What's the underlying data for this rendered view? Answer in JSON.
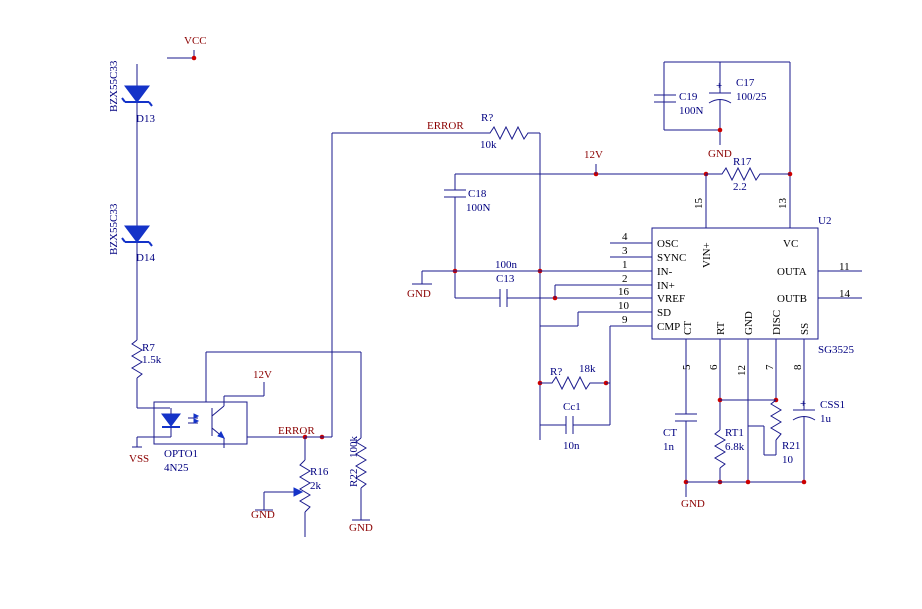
{
  "nets": {
    "vcc": "VCC",
    "v12": "12V",
    "error": "ERROR",
    "gnd": "GND",
    "vss": "VSS"
  },
  "components": {
    "d13": {
      "ref": "D13",
      "part": "BZX55C33"
    },
    "d14": {
      "ref": "D14",
      "part": "BZX55C33"
    },
    "r7": {
      "ref": "R7",
      "value": "1.5k"
    },
    "opto": {
      "ref": "OPTO1",
      "part": "4N25"
    },
    "r16": {
      "ref": "R16",
      "value": "2k"
    },
    "r22": {
      "ref": "R22",
      "value": "100k"
    },
    "r_err": {
      "ref": "R?",
      "value": "10k"
    },
    "c18": {
      "ref": "C18",
      "value": "100N"
    },
    "c13": {
      "ref": "C13",
      "value": "100n"
    },
    "r_fb": {
      "ref": "R?",
      "value": "18k"
    },
    "cc1": {
      "ref": "Cc1",
      "value": "10n"
    },
    "c19": {
      "ref": "C19",
      "value": "100N"
    },
    "c17": {
      "ref": "C17",
      "value": "100/25",
      "polarity": "+"
    },
    "r17": {
      "ref": "R17",
      "value": "2.2"
    },
    "ct": {
      "ref": "CT",
      "value": "1n"
    },
    "rt1": {
      "ref": "RT1",
      "value": "6.8k"
    },
    "r21": {
      "ref": "R21",
      "value": "10"
    },
    "css1": {
      "ref": "CSS1",
      "value": "1u",
      "polarity": "+"
    }
  },
  "ic": {
    "ref": "U2",
    "part": "SG3525",
    "left_pins": [
      {
        "num": "4",
        "name": "OSC"
      },
      {
        "num": "3",
        "name": "SYNC"
      },
      {
        "num": "1",
        "name": "IN-"
      },
      {
        "num": "2",
        "name": "IN+"
      },
      {
        "num": "16",
        "name": "VREF"
      },
      {
        "num": "10",
        "name": "SD"
      },
      {
        "num": "9",
        "name": "CMP"
      }
    ],
    "top_pins": [
      {
        "num": "15",
        "name": "VIN+"
      },
      {
        "num": "13",
        "name": "VC"
      }
    ],
    "right_pins": [
      {
        "num": "11",
        "name": "OUTA"
      },
      {
        "num": "14",
        "name": "OUTB"
      }
    ],
    "bottom_pins": [
      {
        "num": "5",
        "name": "CT"
      },
      {
        "num": "6",
        "name": "RT"
      },
      {
        "num": "12",
        "name": "GND"
      },
      {
        "num": "7",
        "name": "DISC"
      },
      {
        "num": "8",
        "name": "SS"
      }
    ]
  }
}
